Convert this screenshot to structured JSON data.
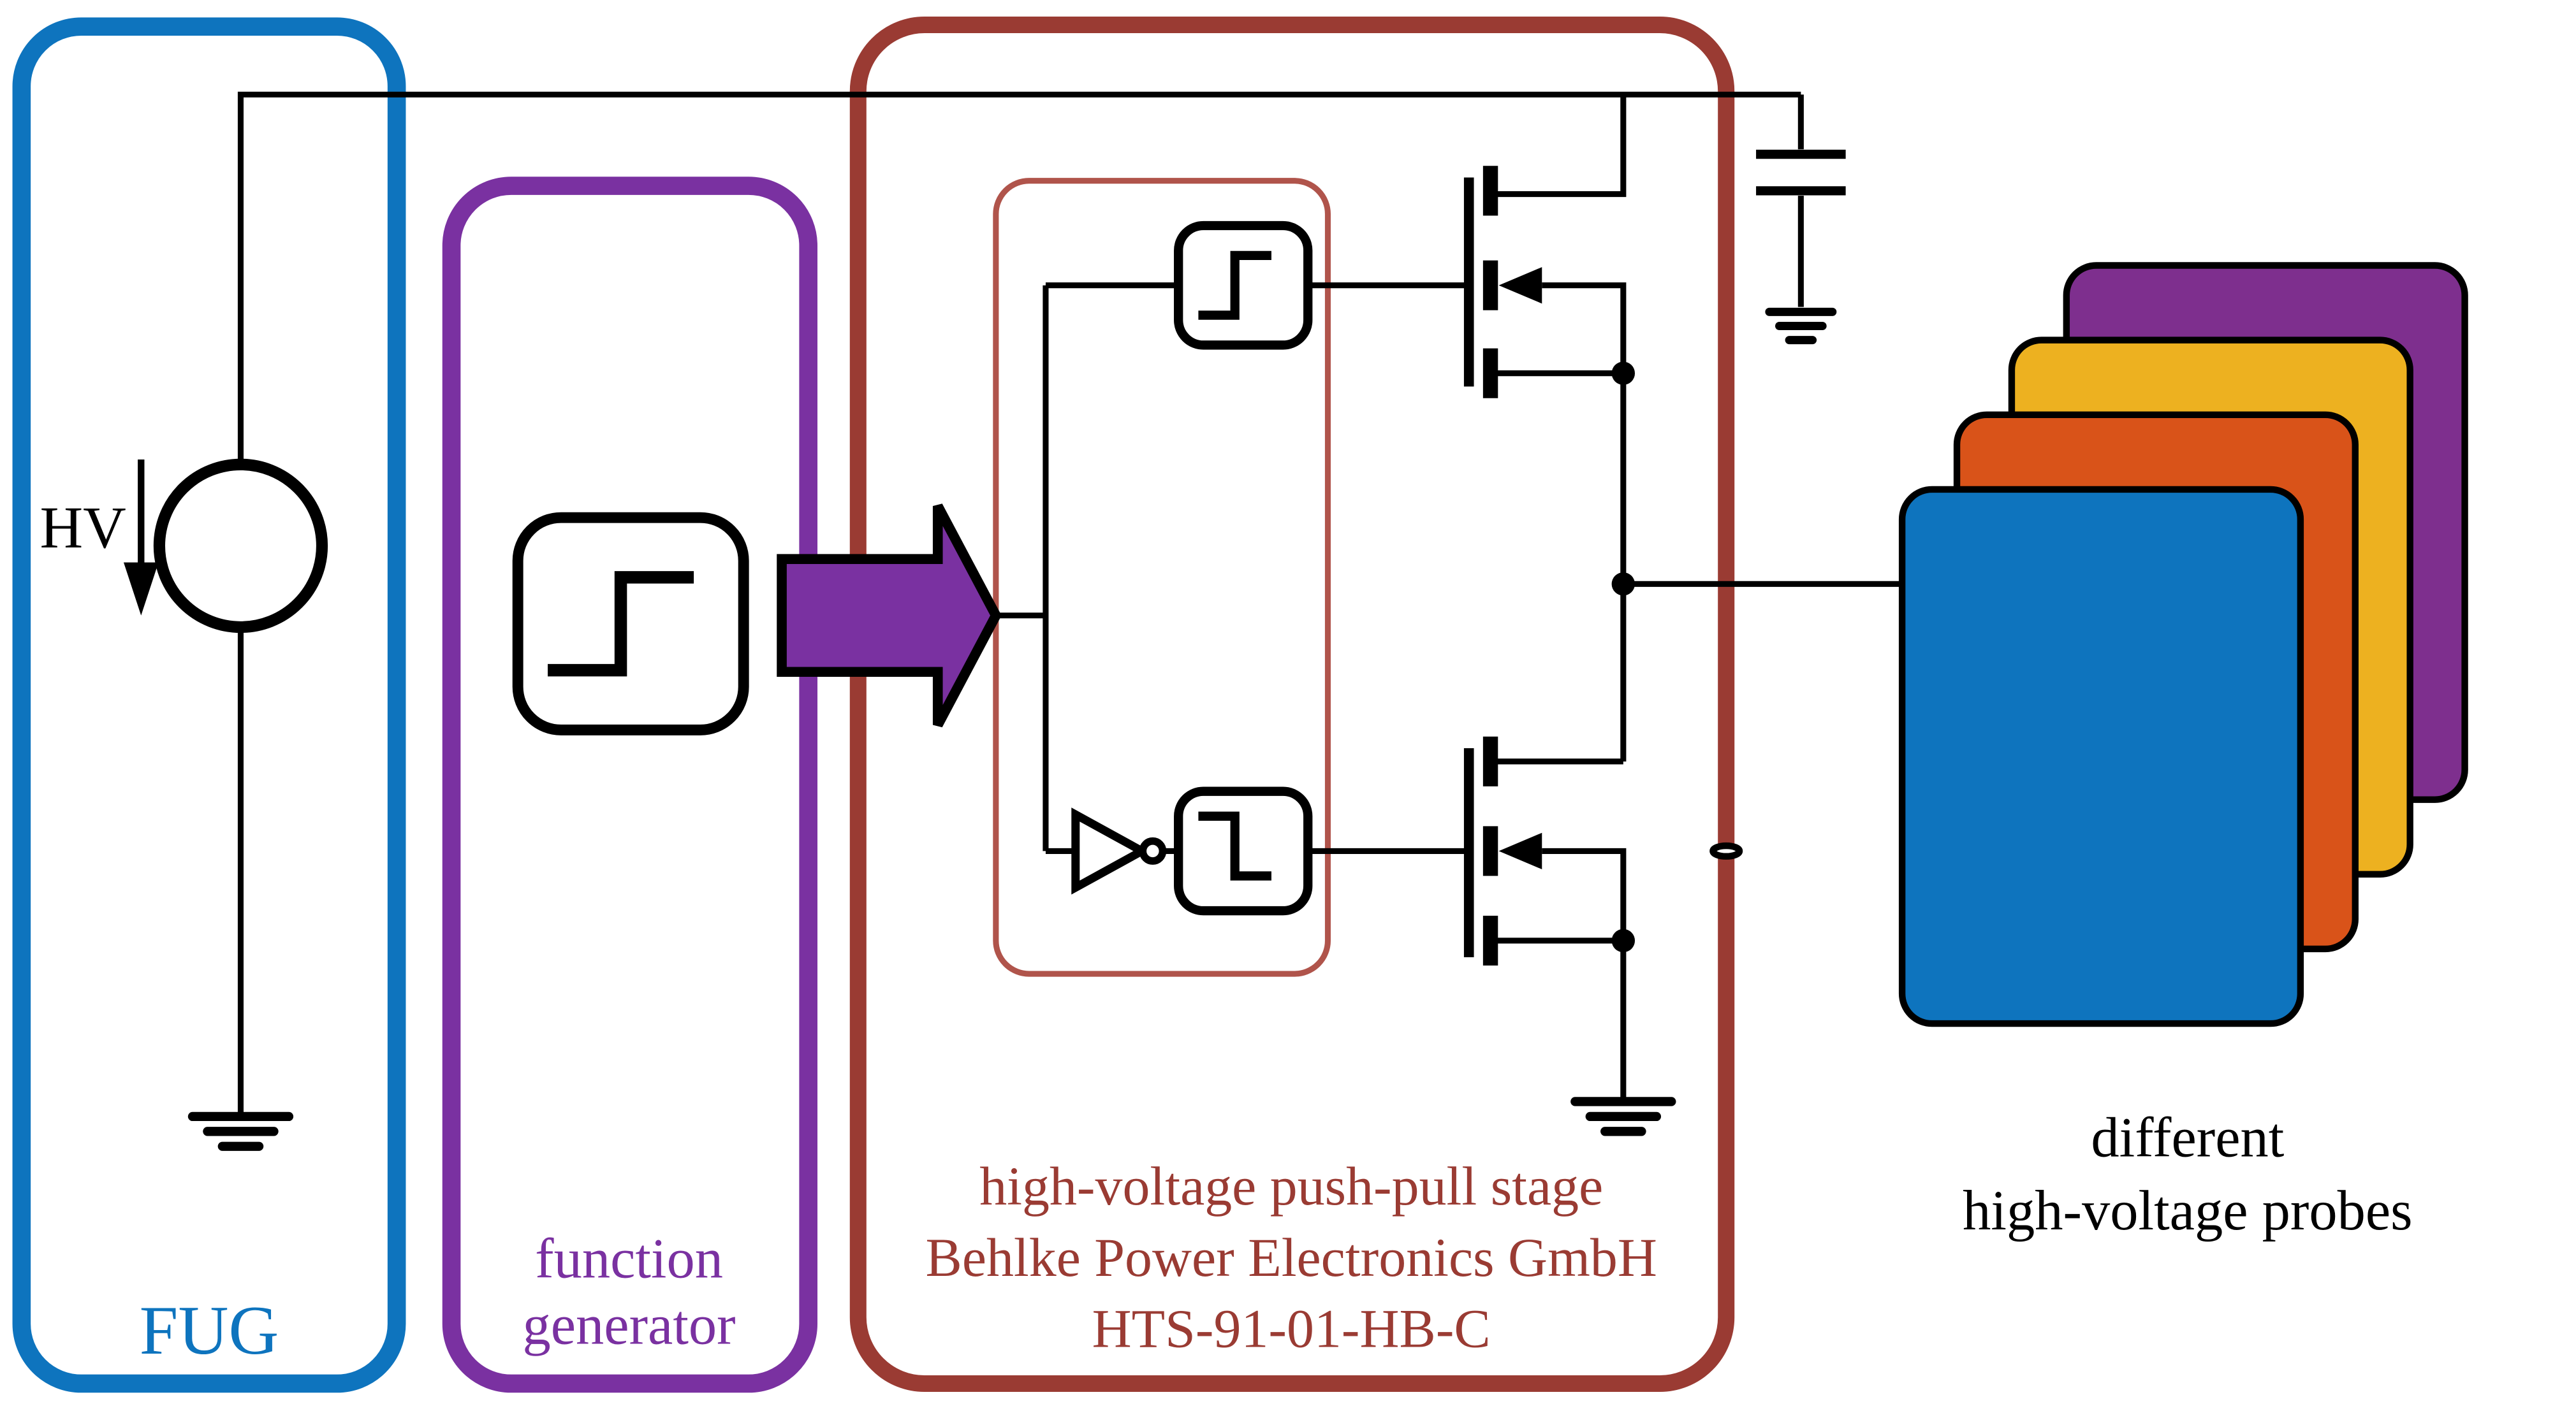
{
  "colors": {
    "blue": "#0E74BE",
    "purple": "#7A31A1",
    "dark_red": "#9A3B33",
    "inner_red": "#B0544B",
    "probe_purple": "#7E2F8E",
    "probe_yellow": "#EDB120",
    "probe_orange": "#D95319",
    "probe_blue": "#0E74BE",
    "wire_black": "#000000"
  },
  "fug_box": {
    "label": "FUG",
    "hv_label": "HV"
  },
  "function_generator_box": {
    "label_line1": "function",
    "label_line2": "generator"
  },
  "push_pull_box": {
    "label_line1": "high-voltage push-pull stage",
    "label_line2": "Behlke Power Electronics GmbH",
    "label_line3": "HTS-91-01-HB-C"
  },
  "probes": {
    "caption_line1": "different",
    "caption_line2": "high-voltage probes",
    "layers_back_to_front": [
      "probe_purple",
      "probe_yellow",
      "probe_orange",
      "probe_blue"
    ]
  },
  "symbols": {
    "voltage_source": "hv-voltage-source-icon",
    "ground": "earth-ground-icon",
    "capacitor": "capacitor-icon",
    "step_function": "step-function-icon",
    "signal_arrow": "signal-flow-arrow-icon",
    "schmitt_rising": "schmitt-trigger-rising-icon",
    "schmitt_falling": "schmitt-trigger-falling-icon",
    "inverter": "inverter-icon",
    "mosfet": "n-mosfet-icon"
  }
}
